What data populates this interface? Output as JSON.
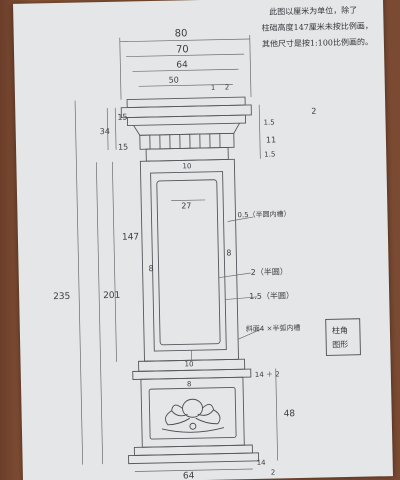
{
  "note": {
    "lines": [
      "此图以厘米为单位，除了",
      "柱础高度147厘米未按比例画，",
      "其他尺寸是按1:100比例画的。"
    ]
  },
  "dimensions": {
    "top_80": "80",
    "top_70": "70",
    "top_64": "64",
    "top_50": "50",
    "tag_1": "1",
    "tag_2": "2",
    "right_2": "2",
    "right_1_5": "1.5",
    "right_11": "11",
    "right_1_5b": "1.5",
    "left_34": "34",
    "left_15a": "15",
    "left_15b": "15",
    "neck_10": "10",
    "panel_27": "27",
    "groove_label": "0.5（半圆内槽）",
    "left_147": "147",
    "left_235": "235",
    "left_201": "201",
    "gap_8a": "8",
    "gap_8b": "8",
    "semicircle_2": "2（半圆）",
    "semicircle_15": "1.5（半圆）",
    "chamfer_label": "斜面4 ×半弧内槽",
    "bottom_10": "10",
    "base_8": "8",
    "base_14_2": "14 ＋ 2",
    "base_48": "48",
    "base_64": "64",
    "base_14": "14",
    "base_2": "2"
  },
  "stamp": {
    "lines": [
      "柱角",
      "图形"
    ]
  }
}
